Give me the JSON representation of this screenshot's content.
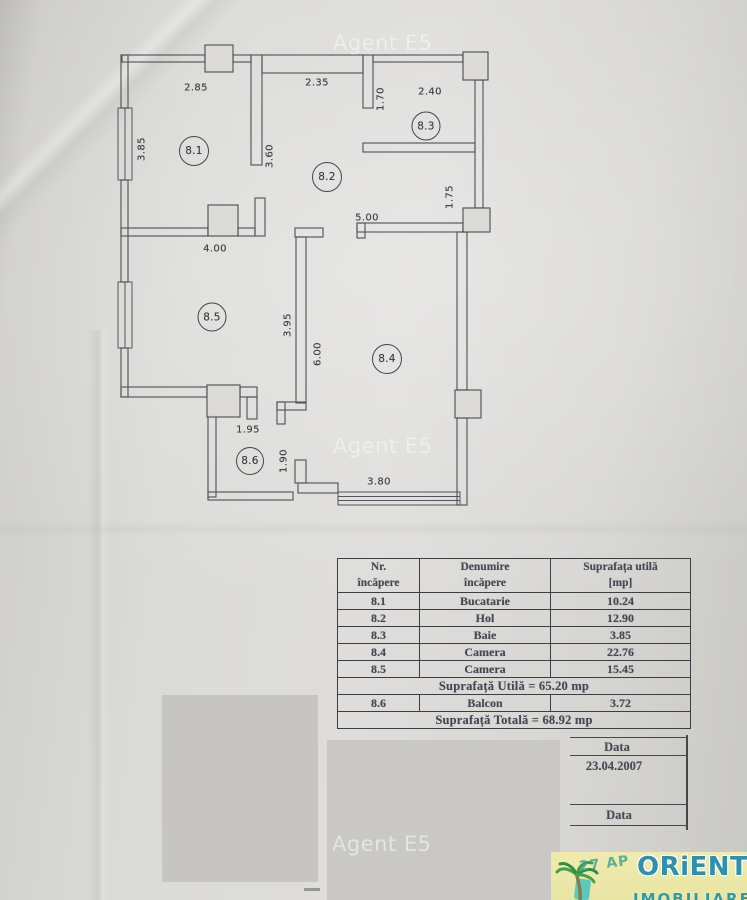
{
  "watermark": "Agent E5",
  "plan": {
    "rooms": [
      "8.1",
      "8.2",
      "8.3",
      "8.4",
      "8.5",
      "8.6"
    ],
    "dims": [
      "2.85",
      "2.35",
      "1.70",
      "2.40",
      "3.85",
      "3.60",
      "1.75",
      "5.00",
      "4.00",
      "3.95",
      "6.00",
      "1.95",
      "1.90",
      "3.80"
    ]
  },
  "table": {
    "headers": [
      [
        "Nr.",
        "încăpere"
      ],
      [
        "Denumire",
        "încăpere"
      ],
      [
        "Suprafața utilă",
        "[mp]"
      ]
    ],
    "rows": [
      [
        "8.1",
        "Bucatarie",
        "10.24"
      ],
      [
        "8.2",
        "Hol",
        "12.90"
      ],
      [
        "8.3",
        "Baie",
        "3.85"
      ],
      [
        "8.4",
        "Camera",
        "22.76"
      ],
      [
        "8.5",
        "Camera",
        "15.45"
      ]
    ],
    "subtotal_utila": "Suprafață Utilă = 65.20 mp",
    "row_balcon": [
      "8.6",
      "Balcon",
      "3.72"
    ],
    "total": "Suprafață Totală = 68.92 mp"
  },
  "signing": {
    "data_label_1": "Data",
    "date_value": "23.04.2007",
    "data_label_2": "Data"
  },
  "stamp": {
    "date": "27 AP",
    "brand": "ORiENT",
    "sub": "IMOBILIARE"
  }
}
